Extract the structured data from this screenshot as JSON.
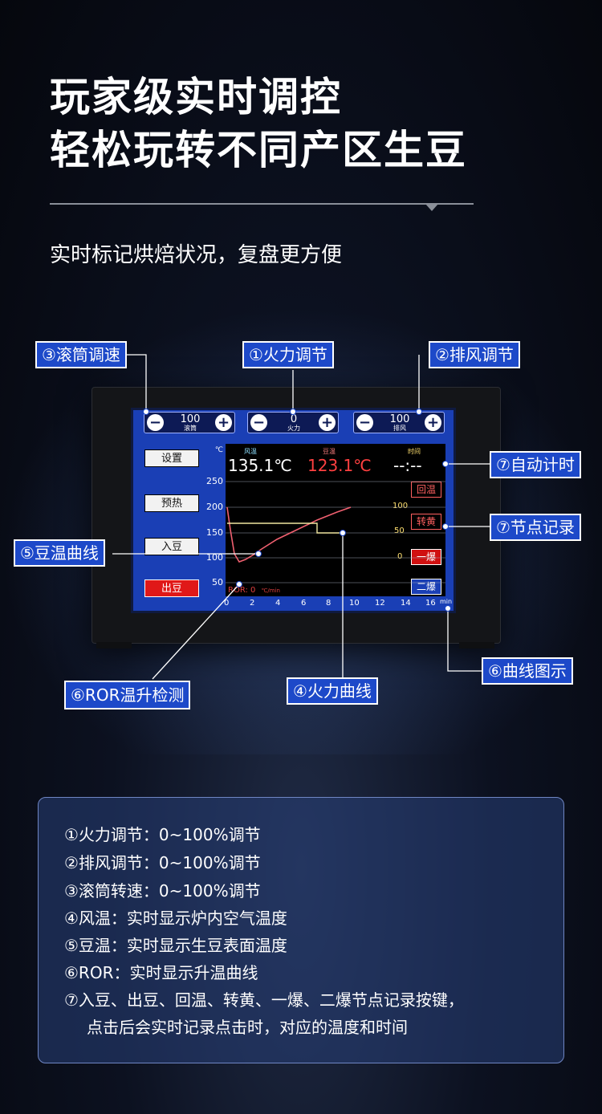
{
  "header": {
    "title_line1": "玩家级实时调控",
    "title_line2": "轻松玩转不同产区生豆",
    "subtitle": "实时标记烘焙状况，复盘更方便"
  },
  "screen": {
    "steppers": [
      {
        "value": "100",
        "label": "滚筒"
      },
      {
        "value": "0",
        "label": "火力"
      },
      {
        "value": "100",
        "label": "排风"
      }
    ],
    "side_buttons": [
      "设置",
      "预热",
      "入豆",
      "出豆"
    ],
    "readouts": {
      "air_label": "风温",
      "air_value": "135.1℃",
      "bean_label": "豆温",
      "bean_value": "123.1℃",
      "time_label": "时间",
      "time_value": "--:--"
    },
    "unit_c": "℃",
    "y_ticks": [
      "250",
      "200",
      "150",
      "100",
      "50"
    ],
    "x_ticks": [
      "0",
      "2",
      "4",
      "6",
      "8",
      "10",
      "12",
      "14",
      "16"
    ],
    "x_unit": "min",
    "right_ticks": [
      "100",
      "50",
      "0"
    ],
    "node_buttons": [
      "回温",
      "转黄",
      "一爆",
      "二爆"
    ],
    "ror_label": "ROR: 0",
    "ror_unit": "℃/min"
  },
  "callouts": {
    "drum": "③滚筒调速",
    "fire": "①火力调节",
    "exhaust": "②排风调节",
    "timer": "⑦自动计时",
    "node": "⑦节点记录",
    "bean_curve": "⑤豆温曲线",
    "legend": "⑥曲线图示",
    "ror": "⑥ROR温升检测",
    "fire_curve": "④火力曲线"
  },
  "info": [
    "①火力调节：0~100%调节",
    "②排风调节：0~100%调节",
    "③滚筒转速：0~100%调节",
    "④风温：实时显示炉内空气温度",
    "⑤豆温：实时显示生豆表面温度",
    "⑥ROR：实时显示升温曲线",
    "⑦入豆、出豆、回温、转黄、一爆、二爆节点记录按键，",
    "点击后会实时记录点击时，对应的温度和时间"
  ],
  "colors": {
    "callout_bg": "#1d49c9",
    "screen_bg": "#1a3fb5",
    "bean_curve": "#f06070",
    "fire_curve": "#f0e6a0",
    "air_value": "#ffffff",
    "bean_value": "#ff4040"
  }
}
